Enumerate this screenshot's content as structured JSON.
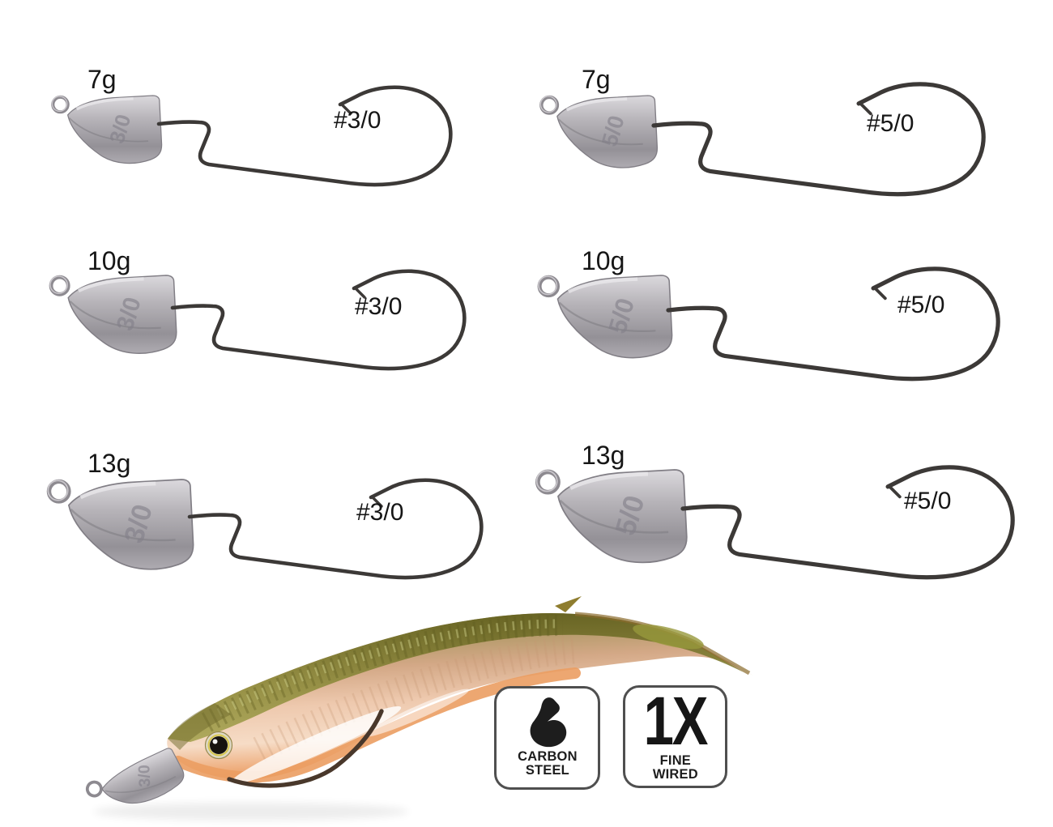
{
  "image": {
    "type": "fishing-jighead-product-collage",
    "background": "#ffffff"
  },
  "units": [
    {
      "weight": "7g",
      "hook_size": "#3/0",
      "head_stamp": "3/0"
    },
    {
      "weight": "7g",
      "hook_size": "#5/0",
      "head_stamp": "5/0"
    },
    {
      "weight": "10g",
      "hook_size": "#3/0",
      "head_stamp": "3/0"
    },
    {
      "weight": "10g",
      "hook_size": "#5/0",
      "head_stamp": "5/0"
    },
    {
      "weight": "13g",
      "hook_size": "#3/0",
      "head_stamp": "3/0"
    },
    {
      "weight": "13g",
      "hook_size": "#5/0",
      "head_stamp": "5/0"
    }
  ],
  "lure": {
    "head_stamp": "3/0"
  },
  "badges": [
    {
      "icon": "bicep-arm-icon",
      "lines": [
        "CARBON",
        "STEEL"
      ]
    },
    {
      "headline": "1X",
      "lines": [
        "FINE",
        "WIRED"
      ]
    }
  ],
  "colors": {
    "lead_head": "#b4b1b6",
    "hook_wire": "#3c3937",
    "badge_border": "#4f4f4f",
    "label_text": "#161616",
    "lure_back_olive": "#8f8c3e",
    "lure_belly_orange": "#eb9d62"
  }
}
